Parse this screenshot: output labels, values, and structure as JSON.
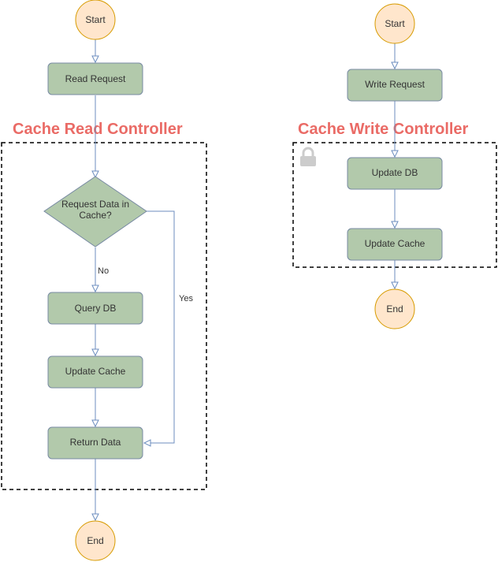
{
  "read_flow": {
    "title": "Cache Read Controller",
    "start": "Start",
    "read_request": "Read Request",
    "decision_line1": "Request Data in",
    "decision_line2": "Cache?",
    "no_label": "No",
    "yes_label": "Yes",
    "query_db": "Query DB",
    "update_cache": "Update Cache",
    "return_data": "Return Data",
    "end": "End"
  },
  "write_flow": {
    "title": "Cache Write Controller",
    "start": "Start",
    "write_request": "Write Request",
    "update_db": "Update DB",
    "update_cache": "Update Cache",
    "end": "End",
    "lock_icon": "lock-icon"
  },
  "colors": {
    "process_fill": "#b2c9ab",
    "process_stroke": "#788aa3",
    "terminal_fill": "#ffe6cc",
    "terminal_stroke": "#d79b00",
    "edge": "#6c8ebf",
    "title": "#ea6b66"
  }
}
